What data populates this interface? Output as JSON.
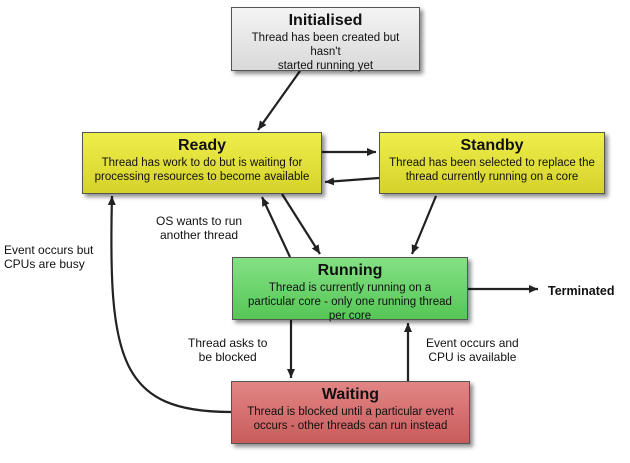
{
  "states": {
    "initialised": {
      "title": "Initialised",
      "line1": "Thread has been created but hasn't",
      "line2": "started running yet"
    },
    "ready": {
      "title": "Ready",
      "line1": "Thread has work to do but is waiting for",
      "line2": "processing resources to become available"
    },
    "standby": {
      "title": "Standby",
      "line1": "Thread has been selected to replace the",
      "line2": "thread currently running on a core"
    },
    "running": {
      "title": "Running",
      "line1": "Thread is currently running on a",
      "line2": "particular core - only one running thread",
      "line3": "per core"
    },
    "waiting": {
      "title": "Waiting",
      "line1": "Thread is blocked until a particular event",
      "line2": "occurs - other threads can run instead"
    }
  },
  "transition_labels": {
    "os_wants": {
      "line1": "OS wants to run",
      "line2": "another thread"
    },
    "event_busy": {
      "line1": "Event occurs but",
      "line2": "CPUs are busy"
    },
    "asks_blocked": {
      "line1": "Thread asks to",
      "line2": "be blocked"
    },
    "event_available": {
      "line1": "Event occurs and",
      "line2": "CPU is available"
    },
    "terminated": "Terminated"
  },
  "colors": {
    "initialised": "#e6e6e6",
    "ready": "#e6e03c",
    "standby": "#e6e03c",
    "running": "#6ed46e",
    "waiting": "#d67272",
    "arrow": "#222222"
  }
}
